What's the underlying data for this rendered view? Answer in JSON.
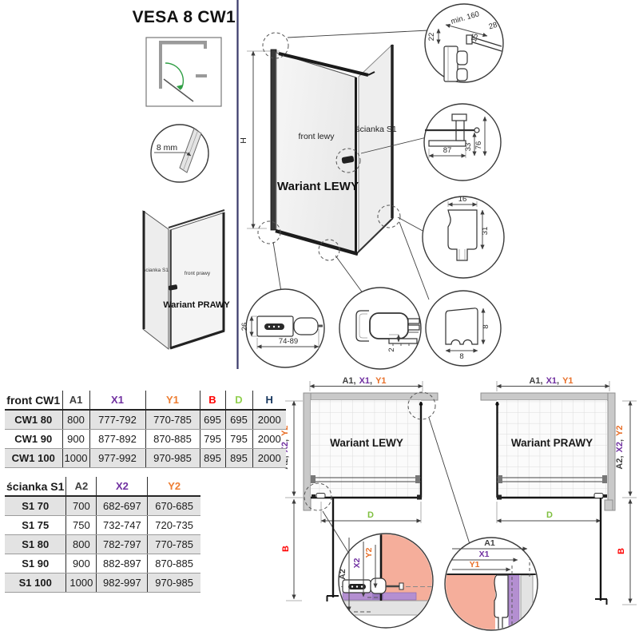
{
  "title": "VESA 8 CW1",
  "top_left": {
    "glass_thickness": "8 mm"
  },
  "variant_lewy": {
    "name": "Wariant LEWY",
    "front": "front lewy",
    "wall": "ścianka S1"
  },
  "variant_prawy": {
    "name": "Wariant PRAWY",
    "front": "front prawy",
    "wall": "ścianka S1"
  },
  "dims": {
    "h": "H",
    "b": "B",
    "d": "D",
    "a1": "A1",
    "x1": "X1",
    "y1": "Y1",
    "a2": "A2",
    "x2": "X2",
    "y2": "Y2",
    "sep": ","
  },
  "details": {
    "hinge_top": {
      "min": "min. 160",
      "d28": "28",
      "d15": "15",
      "d22": "22"
    },
    "bracket": {
      "d87": "87",
      "d33": "33",
      "d76": "76"
    },
    "profile": {
      "d16": "16",
      "d31": "31"
    },
    "seal": {
      "w": "8",
      "h": "8"
    },
    "handle": {
      "d26": "26",
      "range": "74-89"
    },
    "hinge_gap": {
      "d2": "2"
    }
  },
  "tables": {
    "front": {
      "title": "front CW1",
      "columns": [
        "A1",
        "X1",
        "Y1",
        "B",
        "D",
        "H"
      ],
      "rows": [
        {
          "label": "CW1 80",
          "values": [
            "800",
            "777-792",
            "770-785",
            "695",
            "695",
            "2000"
          ]
        },
        {
          "label": "CW1 90",
          "values": [
            "900",
            "877-892",
            "870-885",
            "795",
            "795",
            "2000"
          ]
        },
        {
          "label": "CW1 100",
          "values": [
            "1000",
            "977-992",
            "970-985",
            "895",
            "895",
            "2000"
          ]
        }
      ]
    },
    "wall": {
      "title": "ścianka S1",
      "columns": [
        "A2",
        "X2",
        "Y2"
      ],
      "rows": [
        {
          "label": "S1 70",
          "values": [
            "700",
            "682-697",
            "670-685"
          ]
        },
        {
          "label": "S1 75",
          "values": [
            "750",
            "732-747",
            "720-735"
          ]
        },
        {
          "label": "S1 80",
          "values": [
            "800",
            "782-797",
            "770-785"
          ]
        },
        {
          "label": "S1 90",
          "values": [
            "900",
            "882-897",
            "870-885"
          ]
        },
        {
          "label": "S1 100",
          "values": [
            "1000",
            "982-997",
            "970-985"
          ]
        }
      ]
    }
  },
  "colors": {
    "x_accent": "#7030A0",
    "y_accent": "#ED7D31",
    "b_accent": "#FF0000",
    "d_accent": "#92D050",
    "h_accent": "#17375E",
    "divider": "#3A3A6A",
    "salmon": "#F5AE9B",
    "purple": "#B48FD1"
  }
}
